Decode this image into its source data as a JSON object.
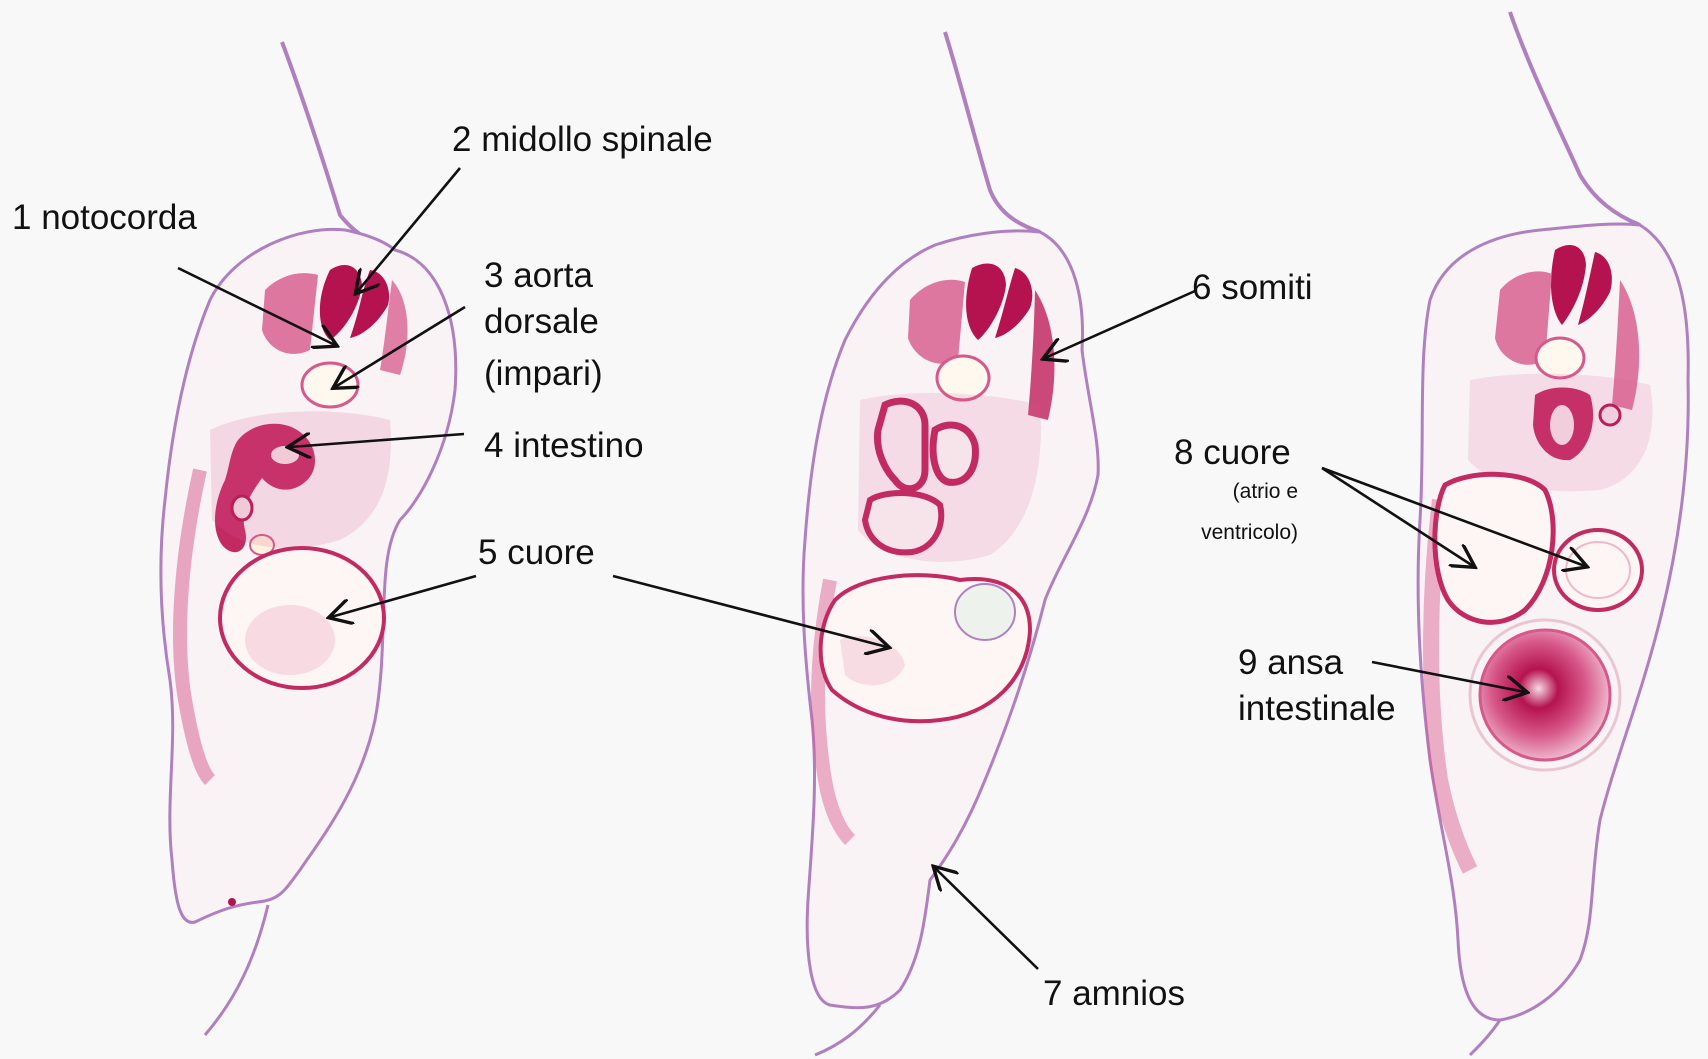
{
  "labels": {
    "l1": "1 notocorda",
    "l2": "2 midollo spinale",
    "l3a": "3 aorta",
    "l3b": "dorsale",
    "l3c": "(impari)",
    "l4": "4 intestino",
    "l5": "5 cuore",
    "l6": "6 somiti",
    "l7": "7 amnios",
    "l8": "8 cuore",
    "l8s1": "(atrio e",
    "l8s2": "ventricolo)",
    "l9a": "9 ansa",
    "l9b": "intestinale"
  },
  "colors": {
    "background": "#f7f8f7",
    "tissue_fill": "#f9f3f6",
    "tissue_outline": "#b07fc0",
    "stain_dark": "#b5134f",
    "stain_medium": "#d7588a",
    "stain_light": "#efb7cb",
    "arrow": "#111111"
  }
}
